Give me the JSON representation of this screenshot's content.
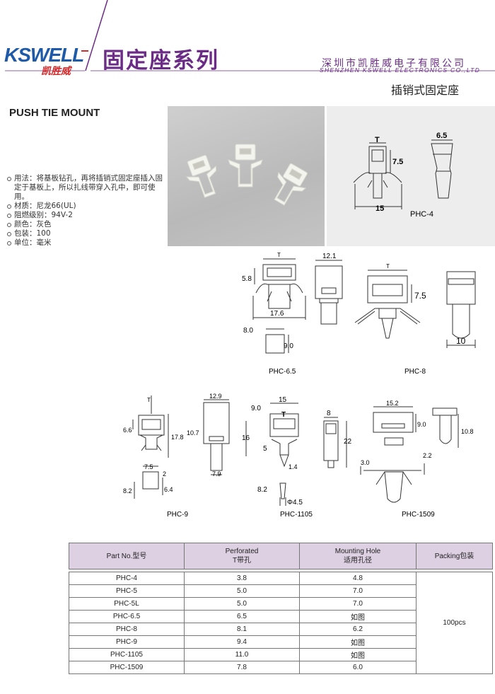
{
  "header": {
    "logo_en": "KSWELL",
    "logo_cn": "凯胜威",
    "title": "固定座系列",
    "company_cn": "深圳市凯胜威电子有限公司",
    "company_en": "SHENZHEN KSWELL ELECTRONICS CO.,LTD",
    "subtitle": "插销式固定座"
  },
  "section_title": "PUSH TIE MOUNT",
  "specs": [
    "用法：将基板钻孔，再将插销式固定座插入固定于基板上，所以扎线带穿入孔中，即可使用。",
    "材质：尼龙66(UL)",
    "阻燃级别：94V-2",
    "颜色：灰色",
    "包装：100",
    "单位：毫米"
  ],
  "drawings": {
    "phc4": {
      "name": "PHC-4",
      "t": "T",
      "d1": "6.5",
      "d2": "7.5",
      "d3": "15"
    },
    "phc65": {
      "name": "PHC-6.5",
      "t": "T",
      "d1": "5.8",
      "d2": "17.6",
      "d3": "8.0",
      "d4": "9.0"
    },
    "phc8": {
      "name": "PHC-8",
      "t": "T",
      "d1": "12.1",
      "d2": "7.5",
      "d3": "10"
    },
    "phc9": {
      "name": "PHC-9",
      "t": "T",
      "d1": "6.6",
      "d2": "17.8",
      "d3": "12.9",
      "d4": "10.7",
      "d5": "7.9",
      "d6": "7.5",
      "d7": "2",
      "d8": "8.2",
      "d9": "6.4"
    },
    "phc1105": {
      "name": "PHC-1105",
      "t": "T",
      "d1": "15",
      "d2": "9.0",
      "d3": "16",
      "d4": "5",
      "d5": "8",
      "d6": "22",
      "d7": "1.4",
      "d8": "8.2",
      "d9": "Φ4.5"
    },
    "phc1509": {
      "name": "PHC-1509",
      "d1": "15.2",
      "d2": "9.0",
      "d3": "10.8",
      "d4": "3.0",
      "d5": "2.2"
    }
  },
  "table": {
    "headers": {
      "part": "Part No.型号",
      "perf_en": "Perforated",
      "perf_cn": "T带孔",
      "mount_en": "Mounting Hole",
      "mount_cn": "适用孔径",
      "packing": "Packing包装"
    },
    "rows": [
      {
        "part": "PHC-4",
        "t": "3.8",
        "hole": "4.8"
      },
      {
        "part": "PHC-5",
        "t": "5.0",
        "hole": "7.0"
      },
      {
        "part": "PHC-5L",
        "t": "5.0",
        "hole": "7.0"
      },
      {
        "part": "PHC-6.5",
        "t": "6.5",
        "hole": "如图"
      },
      {
        "part": "PHC-8",
        "t": "8.1",
        "hole": "6.2"
      },
      {
        "part": "PHC-9",
        "t": "9.4",
        "hole": "如图"
      },
      {
        "part": "PHC-1105",
        "t": "11.0",
        "hole": "如图"
      },
      {
        "part": "PHC-1509",
        "t": "7.8",
        "hole": "6.0"
      }
    ],
    "packing": "100pcs"
  }
}
